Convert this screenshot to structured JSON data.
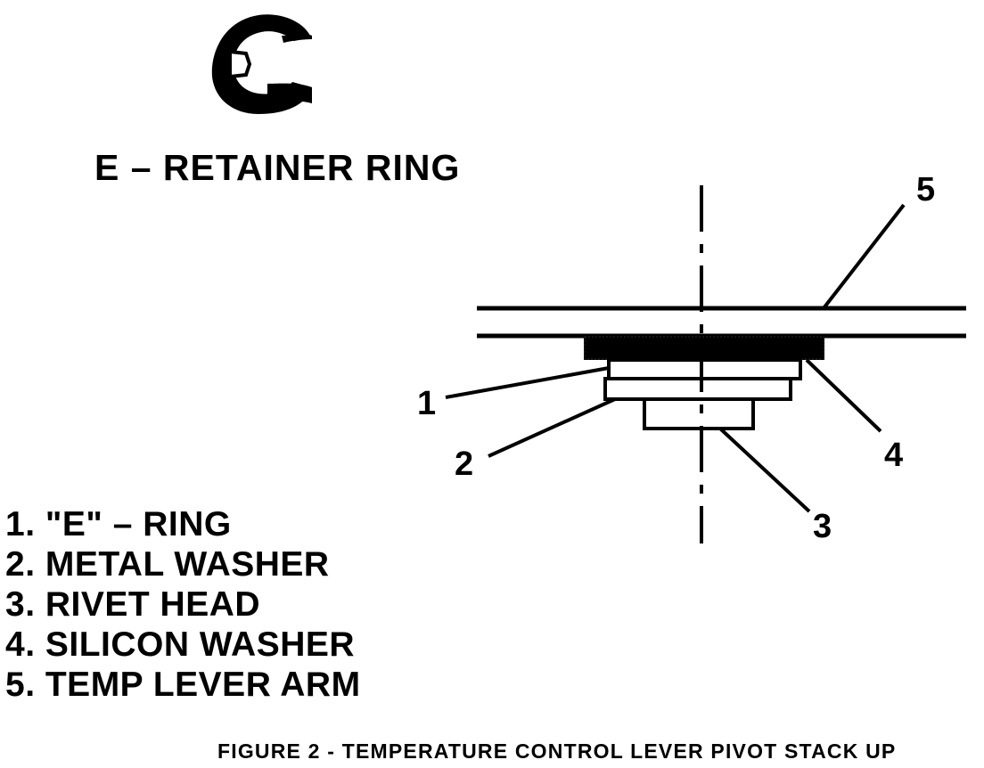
{
  "ring_label": "E –  RETAINER RING",
  "callouts": [
    "1",
    "2",
    "3",
    "4",
    "5"
  ],
  "legend": [
    "1. \"E\" – RING",
    "2. METAL WASHER",
    "3. RIVET HEAD",
    "4. SILICON WASHER",
    "5. TEMP LEVER ARM"
  ],
  "caption": "FIGURE 2 - TEMPERATURE CONTROL LEVER PIVOT STACK UP",
  "colors": {
    "ink": "#000000",
    "paper": "#ffffff"
  },
  "icons": {
    "e_ring": "e-retainer-ring-icon"
  }
}
